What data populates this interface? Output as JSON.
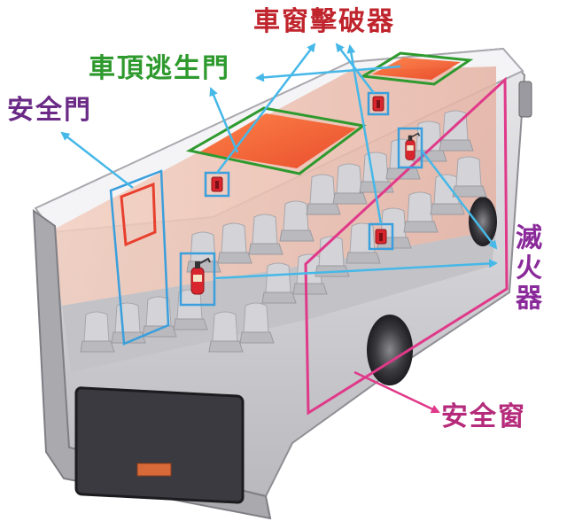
{
  "labels": {
    "window_breaker": "車窗擊破器",
    "roof_hatch": "車頂逃生門",
    "safety_door": "安全門",
    "extinguisher": "滅火器",
    "safety_window": "安全窗"
  },
  "colors": {
    "window_breaker": "#c0242c",
    "roof_hatch": "#2e9a2e",
    "safety_door": "#6a2a86",
    "extinguisher": "#8a2a9a",
    "safety_window": "#b52a7a",
    "arrow": "#46b8e8",
    "callout_box": "#3a9fdc",
    "window_frame": "#e0398a",
    "hatch_frame": "#2e9a2e",
    "hatch_fill": "#f25a2a",
    "bus_interior": "#f0c8b8",
    "seat": "#c9c9cd"
  },
  "icons": [
    "fire-extinguisher-icon",
    "window-breaker-hammer-icon"
  ]
}
